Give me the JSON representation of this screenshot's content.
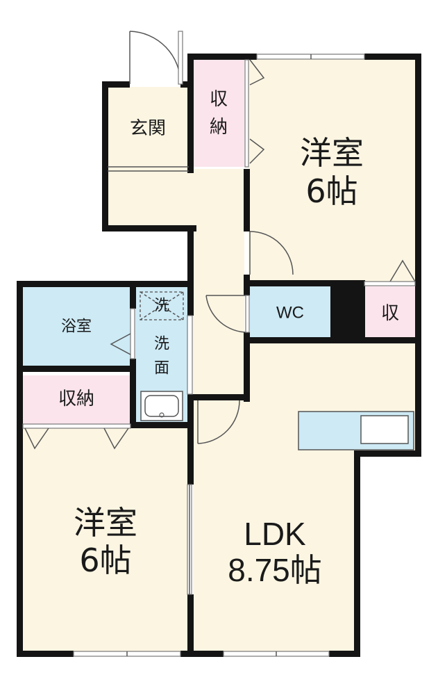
{
  "rooms": {
    "western_top": {
      "name": "洋室",
      "size": "6帖"
    },
    "western_bottom": {
      "name": "洋室",
      "size": "6帖"
    },
    "ldk": {
      "name": "LDK",
      "size": "8.75帖"
    },
    "entrance": {
      "name": "玄関"
    },
    "closet_top": {
      "name_line1": "収",
      "name_line2": "納"
    },
    "closet_small": {
      "name": "収"
    },
    "closet_left": {
      "name": "収納"
    },
    "bath": {
      "name": "浴室"
    },
    "washroom": {
      "name_line1": "洗",
      "name_line2": "面"
    },
    "washer": {
      "name": "洗"
    },
    "wc": {
      "name": "WC"
    }
  },
  "colors": {
    "room_cream": "#fbf5e2",
    "storage_pink": "#fbe4ec",
    "water_blue": "#cdeaf5",
    "wall": "#141414"
  }
}
